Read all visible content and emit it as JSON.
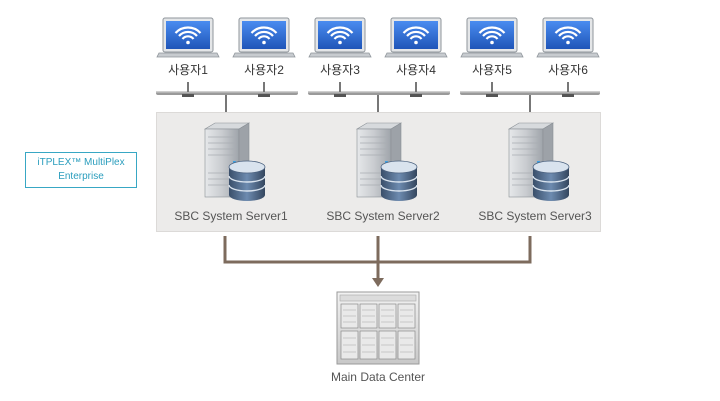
{
  "users": [
    {
      "label": "사용자1"
    },
    {
      "label": "사용자2"
    },
    {
      "label": "사용자3"
    },
    {
      "label": "사용자4"
    },
    {
      "label": "사용자5"
    },
    {
      "label": "사용자6"
    }
  ],
  "product_badge": {
    "line1": "iTPLEX™ MultiPlex",
    "line2": "Enterprise"
  },
  "servers": [
    {
      "label": "SBC System Server1"
    },
    {
      "label": "SBC System Server2"
    },
    {
      "label": "SBC System Server3"
    }
  ],
  "data_center": {
    "label": "Main Data Center"
  },
  "colors": {
    "connector": "#7d6b5d",
    "network_bar": "#8a8a8a",
    "panel": "#ecebea",
    "badge_border": "#38a7c4",
    "screen": "#2a64c8"
  }
}
